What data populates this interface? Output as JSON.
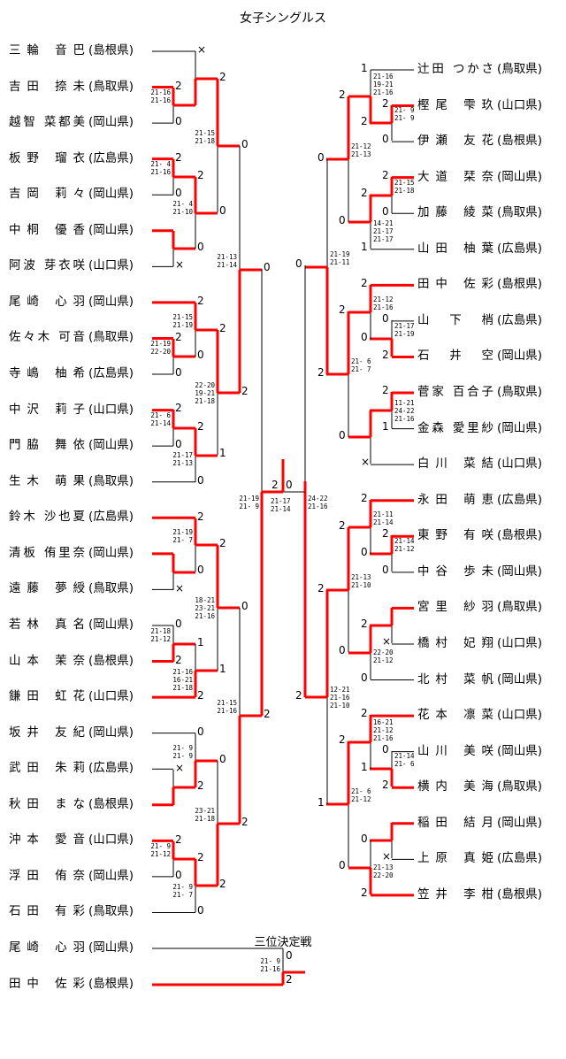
{
  "title": "女子シングルス",
  "third_place_label": "三位決定戦",
  "left_players": [
    {
      "name": "三輪 音巴",
      "pref": "(島根県)"
    },
    {
      "name": "吉田 捺未",
      "pref": "(鳥取県)"
    },
    {
      "name": "越智 菜都美",
      "pref": "(岡山県)"
    },
    {
      "name": "板野 瑠衣",
      "pref": "(広島県)"
    },
    {
      "name": "吉岡 莉々",
      "pref": "(岡山県)"
    },
    {
      "name": "中桐 優香",
      "pref": "(岡山県)"
    },
    {
      "name": "阿波 芽衣咲",
      "pref": "(山口県)"
    },
    {
      "name": "尾崎 心羽",
      "pref": "(岡山県)"
    },
    {
      "name": "佐々木 可音",
      "pref": "(鳥取県)"
    },
    {
      "name": "寺嶋 柚希",
      "pref": "(広島県)"
    },
    {
      "name": "中沢 莉子",
      "pref": "(山口県)"
    },
    {
      "name": "門脇 舞依",
      "pref": "(岡山県)"
    },
    {
      "name": "生木 萌果",
      "pref": "(鳥取県)"
    },
    {
      "name": "鈴木 沙也夏",
      "pref": "(広島県)"
    },
    {
      "name": "清板 侑里奈",
      "pref": "(岡山県)"
    },
    {
      "name": "遠藤 夢綬",
      "pref": "(鳥取県)"
    },
    {
      "name": "若林 真名",
      "pref": "(岡山県)"
    },
    {
      "name": "山本 茉奈",
      "pref": "(島根県)"
    },
    {
      "name": "鎌田 虹花",
      "pref": "(山口県)"
    },
    {
      "name": "坂井 友紀",
      "pref": "(岡山県)"
    },
    {
      "name": "武田 朱莉",
      "pref": "(広島県)"
    },
    {
      "name": "秋田 まな",
      "pref": "(島根県)"
    },
    {
      "name": "沖本 愛音",
      "pref": "(山口県)"
    },
    {
      "name": "浮田 侑奈",
      "pref": "(岡山県)"
    },
    {
      "name": "石田 有彩",
      "pref": "(鳥取県)"
    }
  ],
  "third_place_players": [
    {
      "name": "尾崎 心羽",
      "pref": "(岡山県)"
    },
    {
      "name": "田中 佐彩",
      "pref": "(島根県)"
    }
  ],
  "right_players": [
    {
      "name": "辻田 つかさ",
      "pref": "(鳥取県)"
    },
    {
      "name": "樫尾 雫玖",
      "pref": "(山口県)"
    },
    {
      "name": "伊瀬 友花",
      "pref": "(島根県)"
    },
    {
      "name": "大道 栞奈",
      "pref": "(岡山県)"
    },
    {
      "name": "加藤 綾菜",
      "pref": "(鳥取県)"
    },
    {
      "name": "山田 柚葉",
      "pref": "(広島県)"
    },
    {
      "name": "田中 佐彩",
      "pref": "(島根県)"
    },
    {
      "name": "山 下 梢",
      "pref": "(広島県)"
    },
    {
      "name": "石 井 空",
      "pref": "(岡山県)"
    },
    {
      "name": "菅家 百合子",
      "pref": "(鳥取県)"
    },
    {
      "name": "金森 愛里紗",
      "pref": "(岡山県)"
    },
    {
      "name": "白川 菜結",
      "pref": "(山口県)"
    },
    {
      "name": "永田 萌恵",
      "pref": "(広島県)"
    },
    {
      "name": "東野 有咲",
      "pref": "(島根県)"
    },
    {
      "name": "中谷 歩未",
      "pref": "(岡山県)"
    },
    {
      "name": "宮里 紗羽",
      "pref": "(鳥取県)"
    },
    {
      "name": "橋村 妃翔",
      "pref": "(山口県)"
    },
    {
      "name": "北村 菜帆",
      "pref": "(岡山県)"
    },
    {
      "name": "花本 凛菜",
      "pref": "(山口県)"
    },
    {
      "name": "山川 美咲",
      "pref": "(岡山県)"
    },
    {
      "name": "横内 美海",
      "pref": "(鳥取県)"
    },
    {
      "name": "稲田 結月",
      "pref": "(岡山県)"
    },
    {
      "name": "上原 真姫",
      "pref": "(広島県)"
    },
    {
      "name": "笠井 李柑",
      "pref": "(島根県)"
    }
  ],
  "left_matches": [
    {
      "top": "2",
      "bottom": "0",
      "scores": [
        "21-16",
        "21-16"
      ]
    },
    {
      "top": "×",
      "bottom": "",
      "scores": []
    },
    {
      "top": "2",
      "bottom": "0",
      "scores": [
        "21- 4",
        "21-16"
      ]
    },
    {
      "top": "",
      "bottom": "×",
      "scores": []
    },
    {
      "top": "2",
      "bottom": "0",
      "scores": [
        "21- 4",
        "21-10"
      ]
    },
    {
      "top": "2",
      "bottom": "0",
      "scores": [
        "21-15",
        "21-18"
      ]
    },
    {
      "top": "2",
      "bottom": "0",
      "scores": [
        "21-19",
        "22-20"
      ]
    },
    {
      "top": "2",
      "bottom": "0",
      "scores": [
        "21-15",
        "21-19"
      ]
    },
    {
      "top": "2",
      "bottom": "0",
      "scores": [
        "21- 6",
        "21-14"
      ]
    },
    {
      "top": "2",
      "bottom": "0",
      "scores": [
        "21-17",
        "21-13"
      ]
    },
    {
      "top": "2",
      "bottom": "1",
      "scores": [
        "22-20",
        "19-21",
        "21-18"
      ]
    },
    {
      "top": "0",
      "bottom": "2",
      "scores": [
        "21-13",
        "21-14"
      ]
    },
    {
      "top": "",
      "bottom": "×",
      "scores": []
    },
    {
      "top": "2",
      "bottom": "0",
      "scores": [
        "21-19",
        "21- 7"
      ]
    },
    {
      "top": "0",
      "bottom": "2",
      "scores": [
        "21-18",
        "21-12"
      ]
    },
    {
      "top": "1",
      "bottom": "2",
      "scores": [
        "21-16",
        "16-21",
        "21-18"
      ]
    },
    {
      "top": "2",
      "bottom": "1",
      "scores": [
        "18-21",
        "23-21",
        "21-16"
      ]
    },
    {
      "top": "×",
      "bottom": "",
      "scores": []
    },
    {
      "top": "0",
      "bottom": "2",
      "scores": [
        "21- 9",
        "21- 9"
      ]
    },
    {
      "top": "2",
      "bottom": "0",
      "scores": [
        "21- 9",
        "21-12"
      ]
    },
    {
      "top": "2",
      "bottom": "0",
      "scores": [
        "21- 9",
        "21- 7"
      ]
    },
    {
      "top": "0",
      "bottom": "2",
      "scores": [
        "23-21",
        "21-18"
      ]
    },
    {
      "top": "0",
      "bottom": "2",
      "scores": [
        "21-15",
        "21-16"
      ]
    },
    {
      "top": "0",
      "bottom": "2",
      "scores": [
        "21-19",
        "21- 9"
      ]
    }
  ],
  "right_matches": [
    {
      "top": "2",
      "bottom": "0",
      "scores": [
        "21- 9",
        "21- 9"
      ]
    },
    {
      "top": "1",
      "bottom": "2",
      "scores": [
        "21-16",
        "19-21",
        "21-16"
      ]
    },
    {
      "top": "2",
      "bottom": "0",
      "scores": [
        "21-15",
        "21-18"
      ]
    },
    {
      "top": "2",
      "bottom": "1",
      "scores": [
        "14-21",
        "21-17",
        "21-17"
      ]
    },
    {
      "top": "2",
      "bottom": "0",
      "scores": [
        "21-12",
        "21-13"
      ]
    },
    {
      "top": "0",
      "bottom": "2",
      "scores": [
        "21-17",
        "21-19"
      ]
    },
    {
      "top": "2",
      "bottom": "0",
      "scores": [
        "21-12",
        "21-16"
      ]
    },
    {
      "top": "2",
      "bottom": "1",
      "scores": [
        "11-21",
        "24-22",
        "21-16"
      ]
    },
    {
      "top": "",
      "bottom": "×",
      "scores": []
    },
    {
      "top": "2",
      "bottom": "0",
      "scores": [
        "21- 6",
        "21- 7"
      ]
    },
    {
      "top": "0",
      "bottom": "2",
      "scores": [
        "21-19",
        "21-11"
      ]
    },
    {
      "top": "2",
      "bottom": "0",
      "scores": [
        "21-14",
        "21-12"
      ]
    },
    {
      "top": "2",
      "bottom": "0",
      "scores": [
        "21-11",
        "21-14"
      ]
    },
    {
      "top": "",
      "bottom": "×",
      "scores": []
    },
    {
      "top": "2",
      "bottom": "0",
      "scores": [
        "22-20",
        "21-12"
      ]
    },
    {
      "top": "2",
      "bottom": "0",
      "scores": [
        "21-13",
        "21-10"
      ]
    },
    {
      "top": "0",
      "bottom": "2",
      "scores": [
        "21-14",
        "21- 6"
      ]
    },
    {
      "top": "2",
      "bottom": "1",
      "scores": [
        "16-21",
        "21-12",
        "21-16"
      ]
    },
    {
      "top": "",
      "bottom": "×",
      "scores": []
    },
    {
      "top": "0",
      "bottom": "2",
      "scores": [
        "21-13",
        "22-20"
      ]
    },
    {
      "top": "2",
      "bottom": "0",
      "scores": [
        "21- 6",
        "21-12"
      ]
    },
    {
      "top": "2",
      "bottom": "1",
      "scores": [
        "12-21",
        "21-16",
        "21-10"
      ]
    },
    {
      "top": "0",
      "bottom": "2",
      "scores": [
        "24-22",
        "21-16"
      ]
    }
  ],
  "final_match": {
    "left": "2",
    "right": "0",
    "scores": [
      "21-17",
      "21-14"
    ]
  },
  "third_place_match": {
    "top": "0",
    "bottom": "2",
    "scores": [
      "21- 9",
      "21-16"
    ]
  },
  "colors": {
    "winner_line": "#ff0000",
    "line": "#000000"
  }
}
